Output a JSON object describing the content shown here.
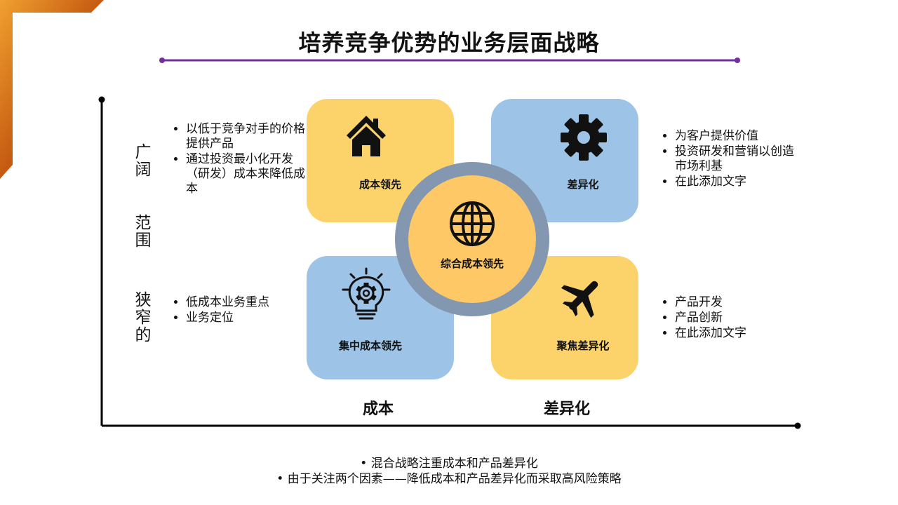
{
  "slide": {
    "title": "培养竞争优势的业务层面战略"
  },
  "y_axis": {
    "top_label": "广阔",
    "middle_label": "范围",
    "bottom_label": "狭窄的"
  },
  "x_axis": {
    "left_label": "成本",
    "right_label": "差异化"
  },
  "quadrants": {
    "top_left": {
      "label": "成本领先",
      "icon": "house-icon",
      "color": "#fcd36b"
    },
    "top_right": {
      "label": "差异化",
      "icon": "gear-icon",
      "color": "#9dc3e6"
    },
    "bottom_left": {
      "label": "集中成本领先",
      "icon": "lightbulb-gear-icon",
      "color": "#9dc3e6"
    },
    "bottom_right": {
      "label": "聚焦差异化",
      "icon": "airplane-icon",
      "color": "#fcd36b"
    }
  },
  "center": {
    "label": "综合成本领先",
    "icon": "globe-icon"
  },
  "notes": {
    "top_left": [
      "以低于竞争对手的价格提供产品",
      "通过投资最小化开发（研发）成本来降低成本"
    ],
    "top_right": [
      "为客户提供价值",
      "投资研发和营销以创造市场利基",
      "在此添加文字"
    ],
    "bottom_left": [
      "低成本业务重点",
      "业务定位"
    ],
    "bottom_right": [
      "产品开发",
      "产品创新",
      "在此添加文字"
    ]
  },
  "footer": [
    "混合战略注重成本和产品差异化",
    "由于关注两个因素——降低成本和产品差异化而采取高风险策略"
  ],
  "colors": {
    "accent_purple": "#7030a0",
    "ring_gray_blue": "#8497b0",
    "center_orange": "#fec867",
    "corner_orange": "#c55a11"
  }
}
